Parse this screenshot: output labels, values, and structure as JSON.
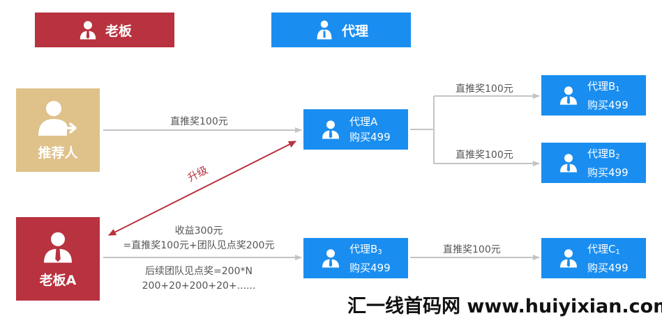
{
  "legend": {
    "boss": "老板",
    "agent": "代理"
  },
  "nodes": {
    "referrer": "推荐人",
    "boss_a": "老板A",
    "agent_a": {
      "name": "代理A",
      "buy": "购买499"
    },
    "agent_b1": {
      "name": "代理B",
      "sub": "1",
      "buy": "购买499"
    },
    "agent_b2": {
      "name": "代理B",
      "sub": "2",
      "buy": "购买499"
    },
    "agent_b3": {
      "name": "代理B",
      "sub": "3",
      "buy": "购买499"
    },
    "agent_c1": {
      "name": "代理C",
      "sub": "1",
      "buy": "购买499"
    }
  },
  "edges": {
    "referrer_to_a": "直推奖100元",
    "a_to_b1": "直推奖100元",
    "a_to_b2": "直推奖100元",
    "upgrade": "升级",
    "income_line1": "收益300元",
    "income_line2": "=直推奖100元+团队见点奖200元",
    "followup_line1": "后续团队见点奖=200*N",
    "followup_line2": "200+20+200+20+......",
    "b3_to_c1": "直推奖100元"
  },
  "colors": {
    "boss_red": "#b8323f",
    "agent_blue": "#1a8ef0",
    "referrer_gold": "#dfc18a",
    "arrow_gray": "#c4c4c4",
    "upgrade_red": "#b8323f"
  },
  "watermark": "汇一线首码网 www.huiyixian.com"
}
